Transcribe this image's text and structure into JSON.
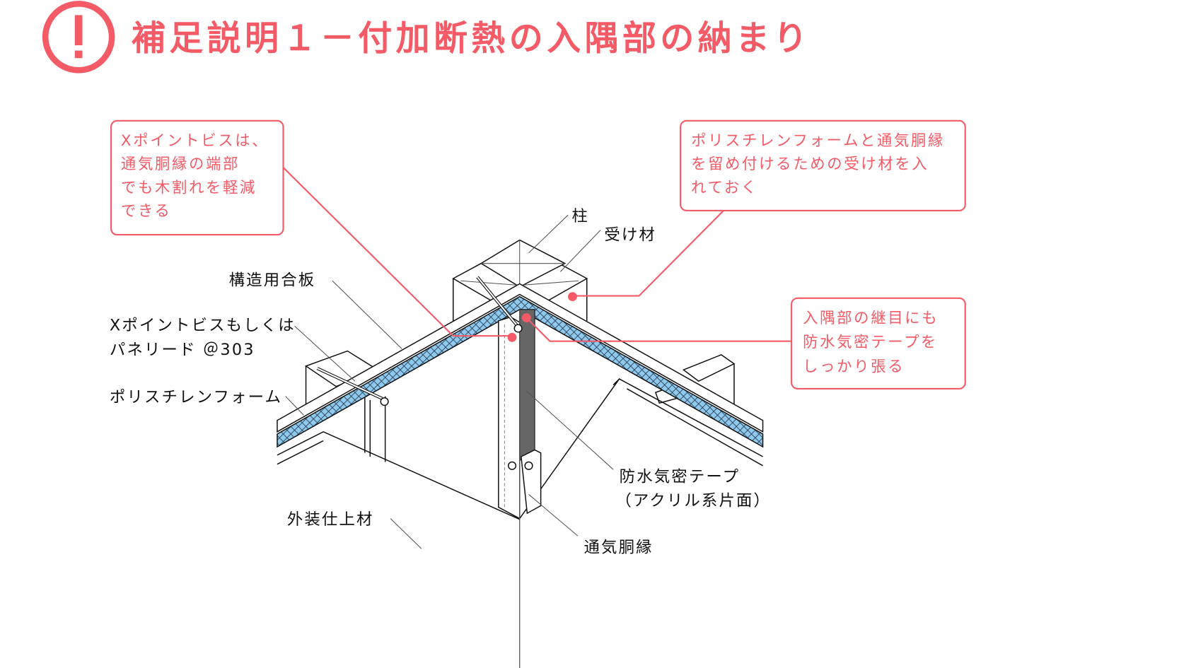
{
  "title": "補足説明１－付加断熱の入隅部の納まり",
  "colors": {
    "accent": "#f45b66",
    "insulation": "#8ec9ef",
    "tape": "#666666"
  },
  "icon": "exclamation-circle-icon",
  "callouts": {
    "screw": {
      "lines": [
        "Xポイントビスは、",
        "通気胴縁の端部",
        "でも木割れを軽減",
        "できる"
      ]
    },
    "receiver": {
      "lines": [
        "ポリスチレンフォームと通気胴縁",
        "を留め付けるための受け材を入",
        "れておく"
      ]
    },
    "joint": {
      "lines": [
        "入隅部の継目にも",
        "防水気密テープを",
        "しっかり張る"
      ]
    }
  },
  "labels": {
    "column": "柱",
    "receiver": "受け材",
    "plywood": "構造用合板",
    "screw_1": "Xポイントビスもしくは",
    "screw_2": "パネリード ＠303",
    "foam": "ポリスチレンフォーム",
    "exterior": "外装仕上材",
    "tape_1": "防水気密テープ",
    "tape_2": "（アクリル系片面）",
    "furring": "通気胴縁"
  }
}
